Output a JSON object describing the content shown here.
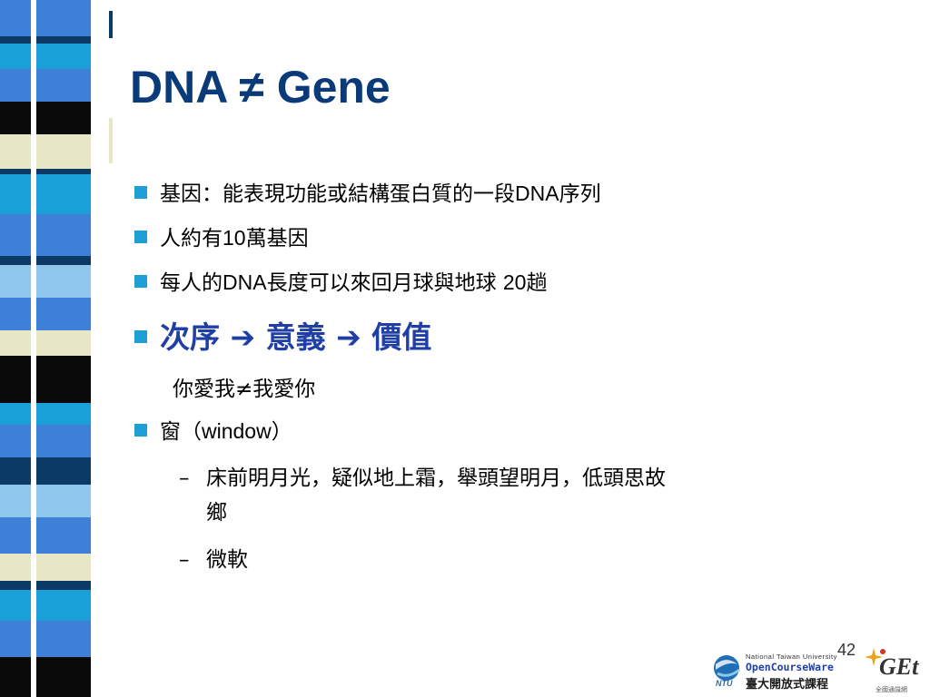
{
  "slide": {
    "title": "DNA ≠ Gene",
    "bullets": [
      {
        "pre": "基因：能表現功能或結構蛋白質的一段",
        "latin": "DNA",
        "post": "序列"
      },
      {
        "pre": "人約有",
        "latin": "10",
        "post": "萬基因"
      },
      {
        "pre": "每人的",
        "latin": "DNA",
        "mid": "長度可以來回月球與地球 ",
        "latin2": "20",
        "post": "趟"
      },
      {
        "a": "次序",
        "arrow": "➔",
        "b": "意義",
        "c": "價值"
      },
      {
        "pre": "窗（",
        "latin": "window",
        "post": "）"
      }
    ],
    "sub_text": "你愛我≠我愛你",
    "dash_mark": "–",
    "dash_items": [
      {
        "line1": "床前明月光，疑似地上霜，舉頭望明月，低頭思故",
        "line2": "鄉"
      },
      {
        "line1": "微軟"
      }
    ],
    "page_number": "42"
  },
  "footer_logo": {
    "ntu_line": "National Taiwan University",
    "ocw_line": "OpenCourseWare",
    "cn_line": "臺大開放式課程",
    "ntu_mark": "NTU",
    "get_mark": "GEt",
    "get_sub": "全國通識網"
  },
  "colors": {
    "title": "#0B3A78",
    "bullet_square": "#1E9FD6",
    "emphasis": "#1F3FA6",
    "stripe_blue": "#3E7FD8",
    "stripe_navy": "#0B3A66",
    "stripe_cyan": "#1AA0D8",
    "stripe_light": "#8EC6EC",
    "stripe_beige": "#E7E6C6",
    "stripe_black": "#0A0A0A"
  }
}
